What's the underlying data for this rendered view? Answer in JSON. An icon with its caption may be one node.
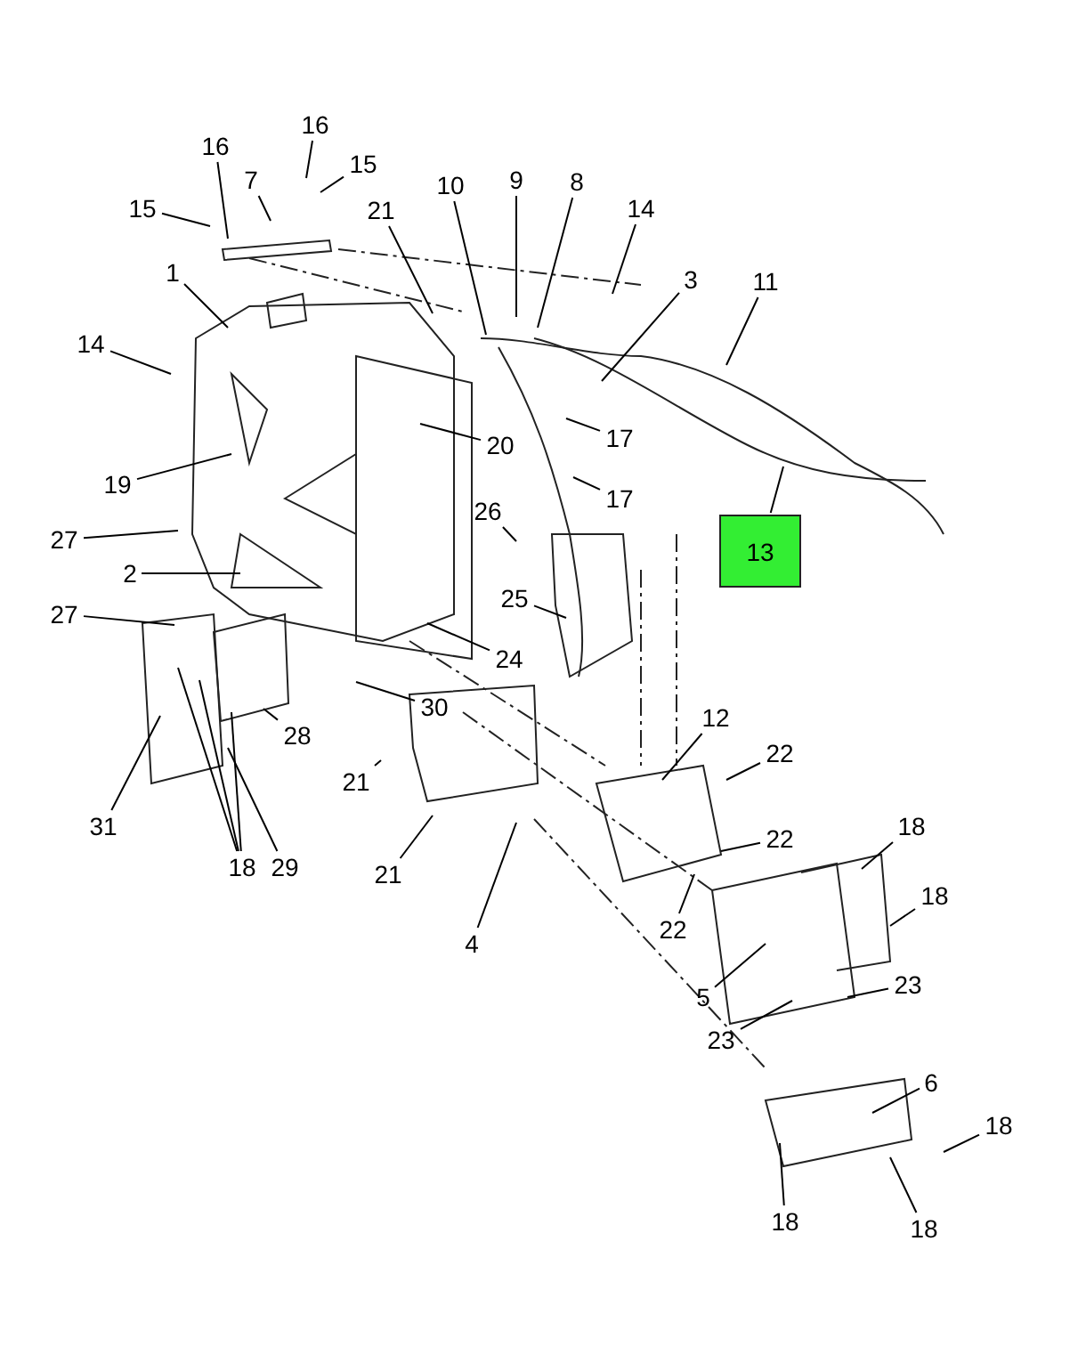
{
  "diagram": {
    "nodes": [
      {
        "text": [
          "16"
        ]
      },
      {
        "text": [
          "16"
        ]
      },
      {
        "text": [
          "15"
        ]
      },
      {
        "text": [
          "7"
        ]
      },
      {
        "text": [
          "15"
        ]
      },
      {
        "text": [
          "21"
        ]
      },
      {
        "text": [
          "10"
        ]
      },
      {
        "text": [
          "9"
        ]
      },
      {
        "text": [
          "8"
        ]
      },
      {
        "text": [
          "14"
        ]
      },
      {
        "text": [
          "3"
        ]
      },
      {
        "text": [
          "11"
        ]
      },
      {
        "text": [
          "1"
        ]
      },
      {
        "text": [
          "14"
        ]
      },
      {
        "text": [
          "17"
        ]
      },
      {
        "text": [
          "20"
        ]
      },
      {
        "text": [
          "19"
        ]
      },
      {
        "text": [
          "17"
        ]
      },
      {
        "text": [
          "13"
        ]
      },
      {
        "text": [
          "26"
        ]
      },
      {
        "text": [
          "27"
        ]
      },
      {
        "text": [
          "2"
        ]
      },
      {
        "text": [
          "25"
        ]
      },
      {
        "text": [
          "27"
        ]
      },
      {
        "text": [
          "24"
        ]
      },
      {
        "text": [
          "12"
        ]
      },
      {
        "text": [
          "30"
        ]
      },
      {
        "text": [
          "28"
        ]
      },
      {
        "text": [
          "22"
        ]
      },
      {
        "text": [
          "31"
        ]
      },
      {
        "text": [
          "18"
        ]
      },
      {
        "text": [
          "29"
        ]
      },
      {
        "text": [
          "21"
        ]
      },
      {
        "text": [
          "22"
        ]
      },
      {
        "text": [
          "21"
        ]
      },
      {
        "text": [
          "22"
        ]
      },
      {
        "text": [
          "18"
        ]
      },
      {
        "text": [
          "18"
        ]
      },
      {
        "text": [
          "4"
        ]
      },
      {
        "text": [
          "5"
        ]
      },
      {
        "text": [
          "23"
        ]
      },
      {
        "text": [
          "23"
        ]
      },
      {
        "text": [
          "6"
        ]
      },
      {
        "text": [
          "18"
        ]
      },
      {
        "text": [
          "18"
        ]
      },
      {
        "text": [
          "18"
        ]
      }
    ],
    "edges": [
      {
        "from": 0,
        "to": null,
        "arrow": "none"
      },
      {
        "from": 1,
        "to": null,
        "arrow": "none"
      },
      {
        "from": 2,
        "to": null,
        "arrow": "none"
      },
      {
        "from": 3,
        "to": null,
        "arrow": "none"
      },
      {
        "from": 4,
        "to": null,
        "arrow": "none"
      },
      {
        "from": 5,
        "to": null,
        "arrow": "none"
      },
      {
        "from": 6,
        "to": null,
        "arrow": "none"
      },
      {
        "from": 7,
        "to": null,
        "arrow": "none"
      },
      {
        "from": 8,
        "to": null,
        "arrow": "none"
      },
      {
        "from": 9,
        "to": null,
        "arrow": "none"
      },
      {
        "from": 10,
        "to": null,
        "arrow": "none"
      },
      {
        "from": 11,
        "to": null,
        "arrow": "none"
      },
      {
        "from": 12,
        "to": null,
        "arrow": "none"
      },
      {
        "from": 13,
        "to": null,
        "arrow": "none"
      },
      {
        "from": 14,
        "to": null,
        "arrow": "none"
      },
      {
        "from": 15,
        "to": null,
        "arrow": "none"
      },
      {
        "from": 16,
        "to": null,
        "arrow": "none"
      },
      {
        "from": 17,
        "to": null,
        "arrow": "none"
      },
      {
        "from": 18,
        "to": null,
        "arrow": "none"
      },
      {
        "from": 19,
        "to": null,
        "arrow": "none"
      },
      {
        "from": 20,
        "to": null,
        "arrow": "none"
      },
      {
        "from": 21,
        "to": null,
        "arrow": "none"
      },
      {
        "from": 22,
        "to": null,
        "arrow": "none"
      },
      {
        "from": 23,
        "to": null,
        "arrow": "none"
      },
      {
        "from": 24,
        "to": null,
        "arrow": "none"
      },
      {
        "from": 25,
        "to": null,
        "arrow": "none"
      },
      {
        "from": 26,
        "to": null,
        "arrow": "none"
      },
      {
        "from": 27,
        "to": null,
        "arrow": "none"
      },
      {
        "from": 28,
        "to": null,
        "arrow": "none"
      },
      {
        "from": 29,
        "to": null,
        "arrow": "none"
      },
      {
        "from": 30,
        "to": null,
        "arrow": "none"
      },
      {
        "from": 30,
        "to": null,
        "arrow": "none"
      },
      {
        "from": 30,
        "to": null,
        "arrow": "none"
      },
      {
        "from": 31,
        "to": null,
        "arrow": "none"
      },
      {
        "from": 32,
        "to": null,
        "arrow": "none"
      },
      {
        "from": 33,
        "to": null,
        "arrow": "none"
      },
      {
        "from": 34,
        "to": null,
        "arrow": "none"
      },
      {
        "from": 35,
        "to": null,
        "arrow": "none"
      },
      {
        "from": 36,
        "to": null,
        "arrow": "none"
      },
      {
        "from": 37,
        "to": null,
        "arrow": "none"
      },
      {
        "from": 38,
        "to": null,
        "arrow": "none"
      },
      {
        "from": 39,
        "to": null,
        "arrow": "none"
      },
      {
        "from": 40,
        "to": null,
        "arrow": "none"
      },
      {
        "from": 41,
        "to": null,
        "arrow": "none"
      },
      {
        "from": 42,
        "to": null,
        "arrow": "none"
      },
      {
        "from": 43,
        "to": null,
        "arrow": "none"
      },
      {
        "from": 44,
        "to": null,
        "arrow": "none"
      },
      {
        "from": 45,
        "to": null,
        "arrow": "none"
      }
    ]
  }
}
